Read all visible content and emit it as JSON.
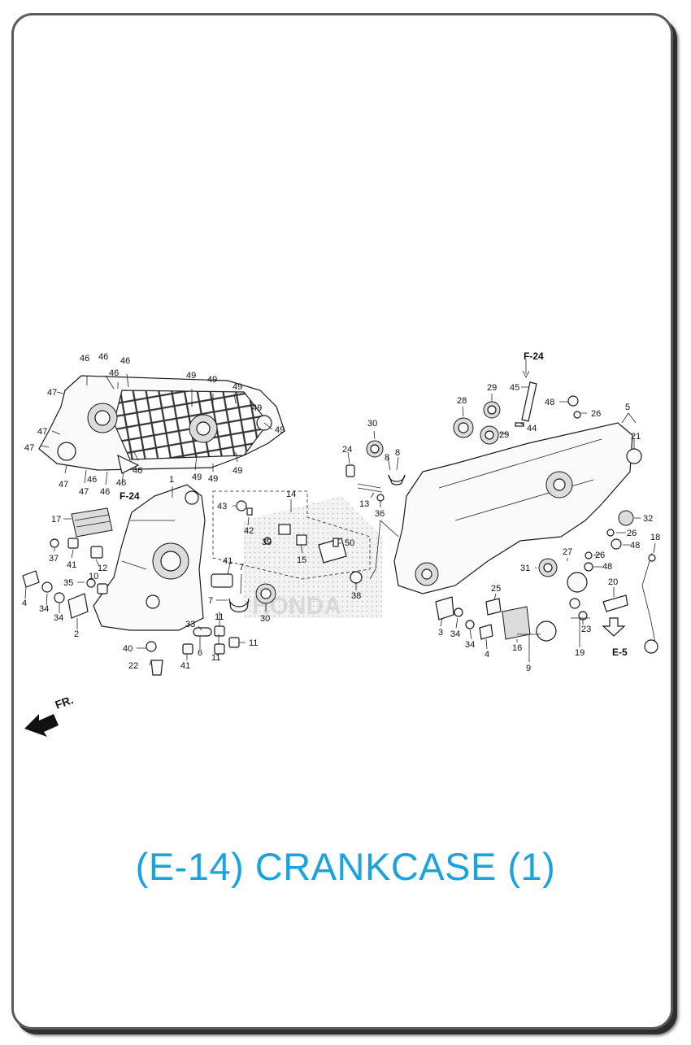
{
  "title": "(E-14) CRANKCASE (1)",
  "accent_color": "#1aa3dd",
  "diagram": {
    "watermark": "HONDA",
    "direction_label": "FR.",
    "ref_codes": {
      "f24_left": "F-24",
      "f24_top": "F-24",
      "e5": "E-5"
    },
    "callouts": {
      "c46a": "46",
      "c46b": "46",
      "c46c": "46",
      "c46d": "46",
      "c46e": "46",
      "c46f": "46",
      "c46g": "46",
      "c46h": "46",
      "c47a": "47",
      "c47b": "47",
      "c47c": "47",
      "c47d": "47",
      "c47e": "47",
      "c49a": "49",
      "c49b": "49",
      "c49c": "49",
      "c49d": "49",
      "c49e": "49",
      "c49f": "49",
      "c49g": "49",
      "c1": "1",
      "c17": "17",
      "c37": "37",
      "c41a": "41",
      "c10": "10",
      "c12": "12",
      "c35": "35",
      "c4a": "4",
      "c34a": "34",
      "c34b": "34",
      "c2": "2",
      "c14": "14",
      "c43": "43",
      "c42": "42",
      "c39": "39",
      "c15": "15",
      "c50": "50",
      "c41b": "41",
      "c7a": "7",
      "c7b": "7",
      "c30a": "30",
      "c11a": "11",
      "c11b": "11",
      "c11c": "11",
      "c33": "33",
      "c6": "6",
      "c40": "40",
      "c41c": "41",
      "c22": "22",
      "c30b": "30",
      "c24": "24",
      "c8a": "8",
      "c8b": "8",
      "c13": "13",
      "c36": "36",
      "c38": "38",
      "c28": "28",
      "c29a": "29",
      "c29b": "29",
      "c45": "45",
      "c44": "44",
      "c48a": "48",
      "c26a": "26",
      "c5": "5",
      "c21": "21",
      "c32": "32",
      "c26b": "26",
      "c48b": "48",
      "c18": "18",
      "c27": "27",
      "c26c": "26",
      "c31": "31",
      "c48c": "48",
      "c20": "20",
      "c25": "25",
      "c3": "3",
      "c34c": "34",
      "c34d": "34",
      "c4b": "4",
      "c16": "16",
      "c9": "9",
      "c23": "23",
      "c19": "19"
    }
  }
}
